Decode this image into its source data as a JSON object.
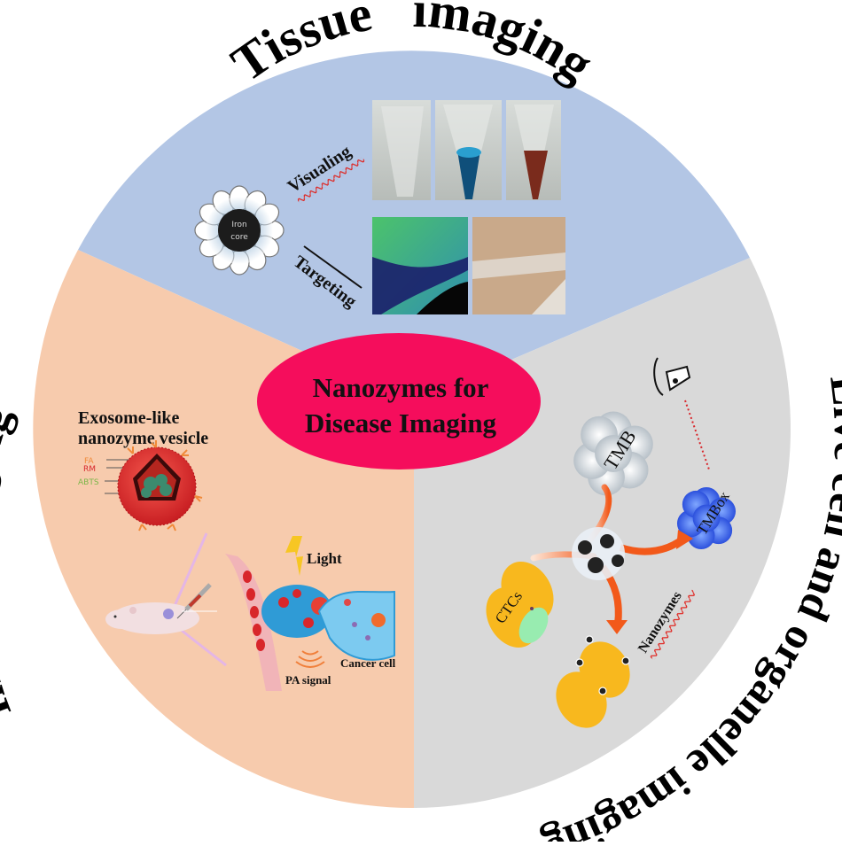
{
  "title": "Nanozymes for Disease Imaging",
  "center": {
    "line1": "Nanozymes for",
    "line2": "Disease Imaging",
    "color": "#f50d5c"
  },
  "sectors": [
    {
      "id": "tissue",
      "title": "Tissue   imaging",
      "color": "#b3c6e5",
      "core_label_1": "Iron",
      "core_label_2": "core",
      "branch_visualing": "Visualing",
      "branch_targeting": "Targeting",
      "photos": [
        "clear-tube",
        "blue-tube",
        "brown-tube",
        "fluorescent-tissue",
        "stained-tissue"
      ]
    },
    {
      "id": "in-vivo",
      "title": "In vivo imaging",
      "color": "#f7cbad",
      "vesicle_title_1": "Exosome-like",
      "vesicle_title_2": "nanozyme vesicle",
      "legend": [
        {
          "label": "FA",
          "color": "#f08a3a"
        },
        {
          "label": "RM",
          "color": "#d7262c"
        },
        {
          "label": "ABTS",
          "color": "#7ab648"
        }
      ],
      "light_label": "Light",
      "pa_label": "PA signal",
      "cancer_label": "Cancer cell"
    },
    {
      "id": "live-cell",
      "title": "Live cell and organelle imaging",
      "color": "#d9d9d9",
      "tmb_label": "TMB",
      "tmbox_label": "TMBox",
      "ctcs_label": "CTCs",
      "nanozymes_label": "Nanozymes"
    }
  ]
}
